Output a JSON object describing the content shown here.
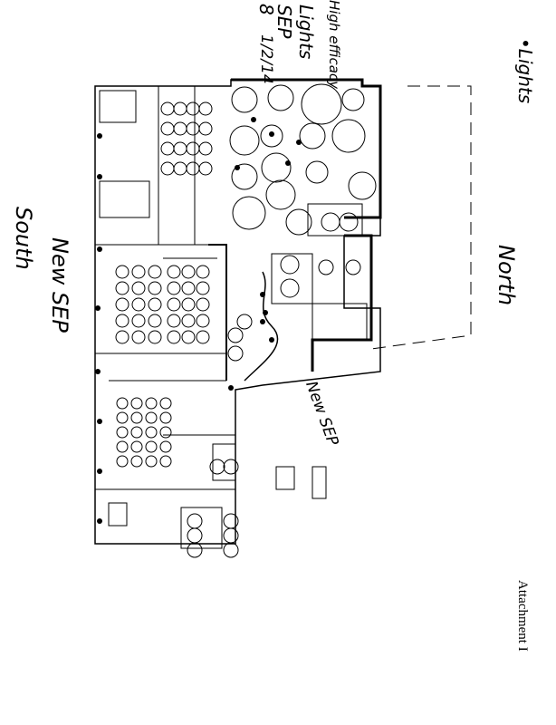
{
  "document": {
    "attachment_label": "Attachment I",
    "legend_note": "•Lights",
    "annotation_top": [
      "8",
      "High efficacy",
      "Lights",
      "SEP",
      "1/2/14"
    ],
    "north_label": "North",
    "south_label": "South",
    "new_sep_left": "New SEP",
    "new_sep_right": "New SEP"
  }
}
